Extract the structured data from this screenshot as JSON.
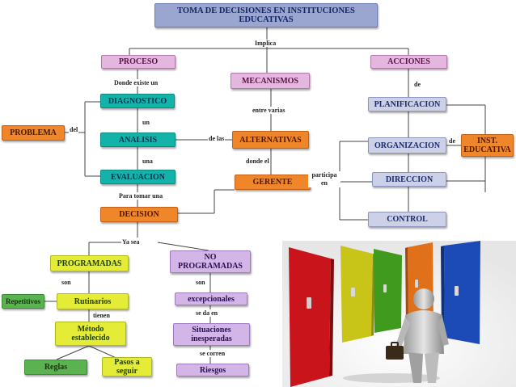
{
  "title": "TOMA DE DECISIONES EN INSTITUCIONES EDUCATIVAS",
  "nodes": {
    "proceso": "PROCESO",
    "mecanismos": "MECANISMOS",
    "acciones": "ACCIONES",
    "diagnostico": "DIAGNOSTICO",
    "analisis": "ANALISIS",
    "evaluacion": "EVALUACION",
    "decision": "DECISION",
    "problema": "PROBLEMA",
    "alternativas": "ALTERNATIVAS",
    "gerente": "GERENTE",
    "planificacion": "PLANIFICACION",
    "organizacion": "ORGANIZACION",
    "direccion": "DIRECCION",
    "control": "CONTROL",
    "inst_educativa": "INST. EDUCATIVA",
    "programadas": "PROGRAMADAS",
    "no_programadas": "NO PROGRAMADAS",
    "repetitivos": "Repetitivos",
    "rutinarios": "Rutinarios",
    "metodo": "Método establecido",
    "reglas": "Reglas",
    "pasos": "Pasos a seguir",
    "excepcionales": "excepcionales",
    "situaciones": "Situaciones inesperadas",
    "riesgos": "Riesgos"
  },
  "links": {
    "implica": "Implica",
    "donde_existe_un": "Donde   existe un",
    "de_acciones": "de",
    "entre_varias": "entre   varias",
    "un": "un",
    "del": "del",
    "de_las": "de las",
    "de_inst": "de",
    "una": "una",
    "donde_el": "donde   el",
    "participa_en": "participa en",
    "para_tomar_una": "Para  tomar una",
    "ya_sea": "Ya sea",
    "son_prog": "son",
    "son_noprog": "son",
    "tienen": "tienen",
    "se_da_en": "se da   en",
    "se_corren": "se   corren"
  },
  "colors": {
    "pink": "#e4b7de",
    "teal": "#13b3a9",
    "orange": "#f0862a",
    "grey": "#ccd1e8",
    "yellow": "#e4ec38",
    "green": "#5bb250",
    "violet": "#d3b5e8",
    "title": "#9aa6cf"
  },
  "illustration": "person-facing-colored-doors"
}
